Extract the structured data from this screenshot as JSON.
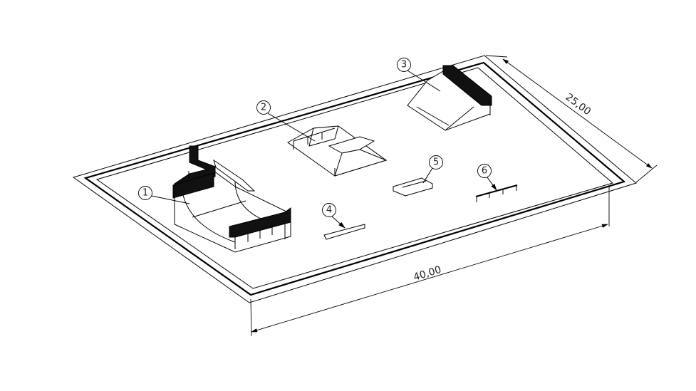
{
  "drawing": {
    "dimensions": {
      "length": "40,00",
      "width": "25,00"
    },
    "balloons": [
      "1",
      "2",
      "3",
      "4",
      "5",
      "6"
    ],
    "colors": {
      "line": "#000000",
      "background": "#ffffff"
    }
  }
}
